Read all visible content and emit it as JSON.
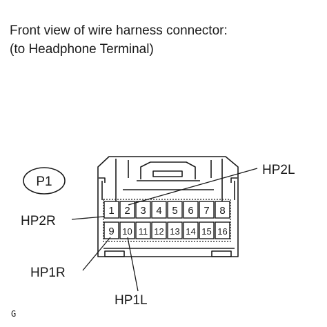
{
  "caption": {
    "line1": "Front view of wire harness connector:",
    "line2": "(to Headphone Terminal)"
  },
  "connector": {
    "id": "P1",
    "top_row": [
      "1",
      "2",
      "3",
      "4",
      "5",
      "6",
      "7",
      "8"
    ],
    "bottom_row": [
      "9",
      "10",
      "11",
      "12",
      "13",
      "14",
      "15",
      "16"
    ]
  },
  "callouts": {
    "hp2l": "HP2L",
    "hp2r": "HP2R",
    "hp1r": "HP1R",
    "hp1l": "HP1L"
  },
  "figure_code": "G"
}
